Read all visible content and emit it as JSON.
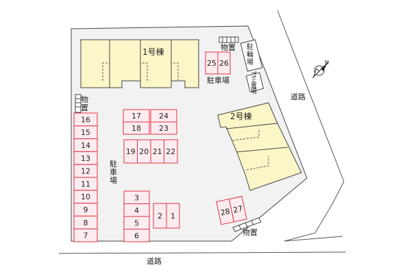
{
  "labels": {
    "building1": "1号棟",
    "building2": "2号棟",
    "parking_left": "駐\n車\n場",
    "parking_top": "駐車場",
    "bike_parking": "駐\n輪\n場",
    "garbage": "ゴ\nミ\n置\n場",
    "storage_top": "物置",
    "storage_left": "物\n置",
    "storage_bottom": "物置",
    "road_right": "道路",
    "road_bottom": "道路",
    "compass_n": "N"
  },
  "spaces": {
    "left_column": [
      "16",
      "15",
      "14",
      "13",
      "12",
      "11",
      "10",
      "9",
      "8",
      "7"
    ],
    "grid_top": [
      "17",
      "24",
      "18",
      "23"
    ],
    "row_mid": [
      "19",
      "20",
      "21",
      "22"
    ],
    "col_low": [
      "3",
      "4",
      "5",
      "6"
    ],
    "pair_low": [
      "2",
      "1"
    ],
    "pair_top": [
      "25",
      "26"
    ],
    "pair_bottom": [
      "28",
      "27"
    ]
  },
  "colors": {
    "lot": "#f2f2f2",
    "building": "#fbf6c8",
    "parking_fill": "#fdecef",
    "parking_stroke": "#e0304a",
    "outline": "#444444"
  }
}
